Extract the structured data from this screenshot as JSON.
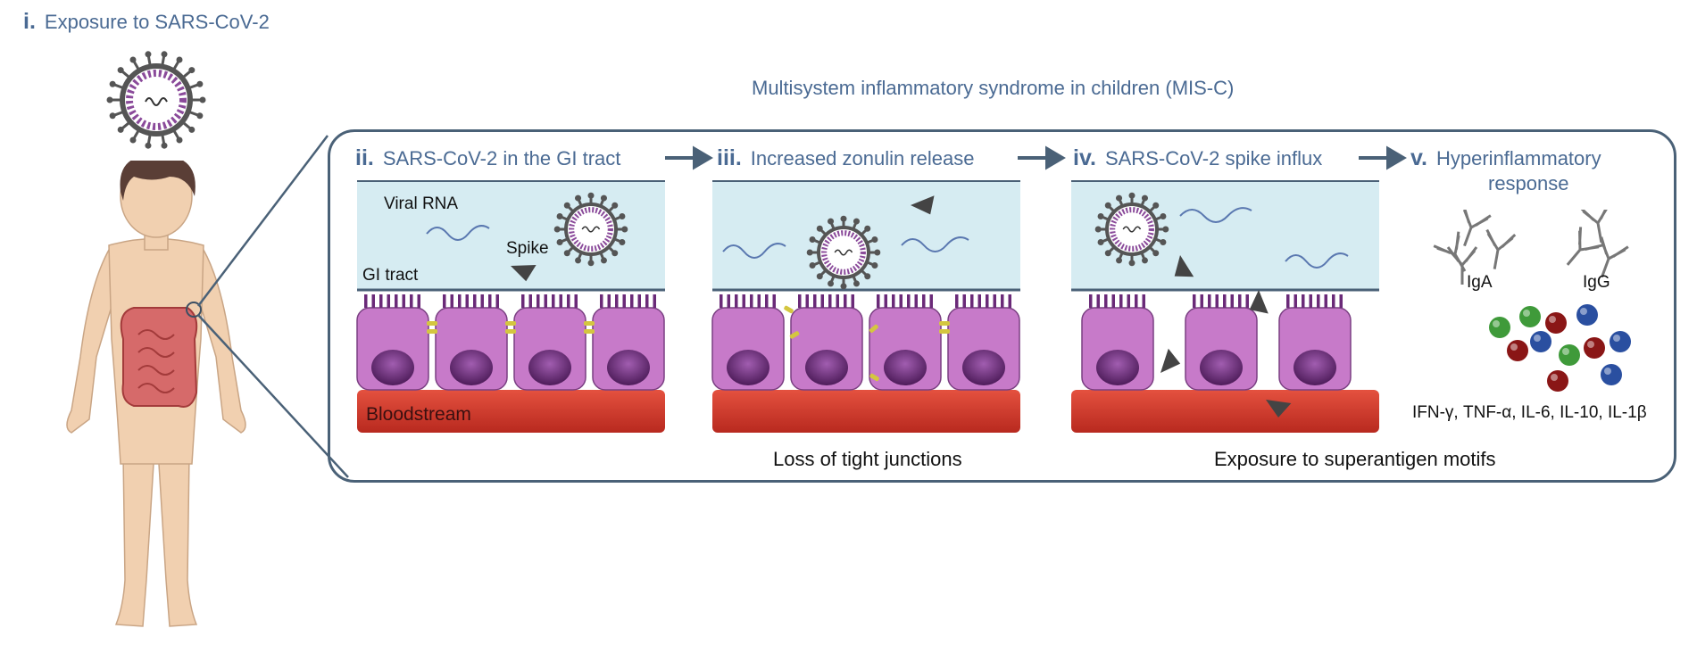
{
  "exposure": {
    "num": "i.",
    "text": "Exposure to SARS-CoV-2"
  },
  "title": "Multisystem inflammatory syndrome in children (MIS-C)",
  "panels": [
    {
      "num": "ii.",
      "text": "SARS-CoV-2 in the GI tract"
    },
    {
      "num": "iii.",
      "text": "Increased zonulin release"
    },
    {
      "num": "iv.",
      "text": "SARS-CoV-2 spike influx"
    },
    {
      "num": "v.",
      "text": "Hyperinflammatory",
      "text2": "response"
    }
  ],
  "panel2_labels": {
    "viral_rna": "Viral RNA",
    "spike": "Spike",
    "gi_tract": "GI tract",
    "bloodstream": "Bloodstream"
  },
  "captions": {
    "panel3": "Loss of tight junctions",
    "panel4": "Exposure to superantigen motifs"
  },
  "antibodies": {
    "iga": "IgA",
    "igg": "IgG"
  },
  "cytokines": "IFN-γ, TNF-α, IL-6, IL-10, IL-1β",
  "colors": {
    "heading": "#4a6a93",
    "outline": "#4a6177",
    "lumen": "#d6ecf2",
    "cell": "#c77ac9",
    "nucleus": "#6a2a78",
    "blood": "#d23b2f",
    "junction": "#d4c640",
    "virus": "#555555"
  }
}
